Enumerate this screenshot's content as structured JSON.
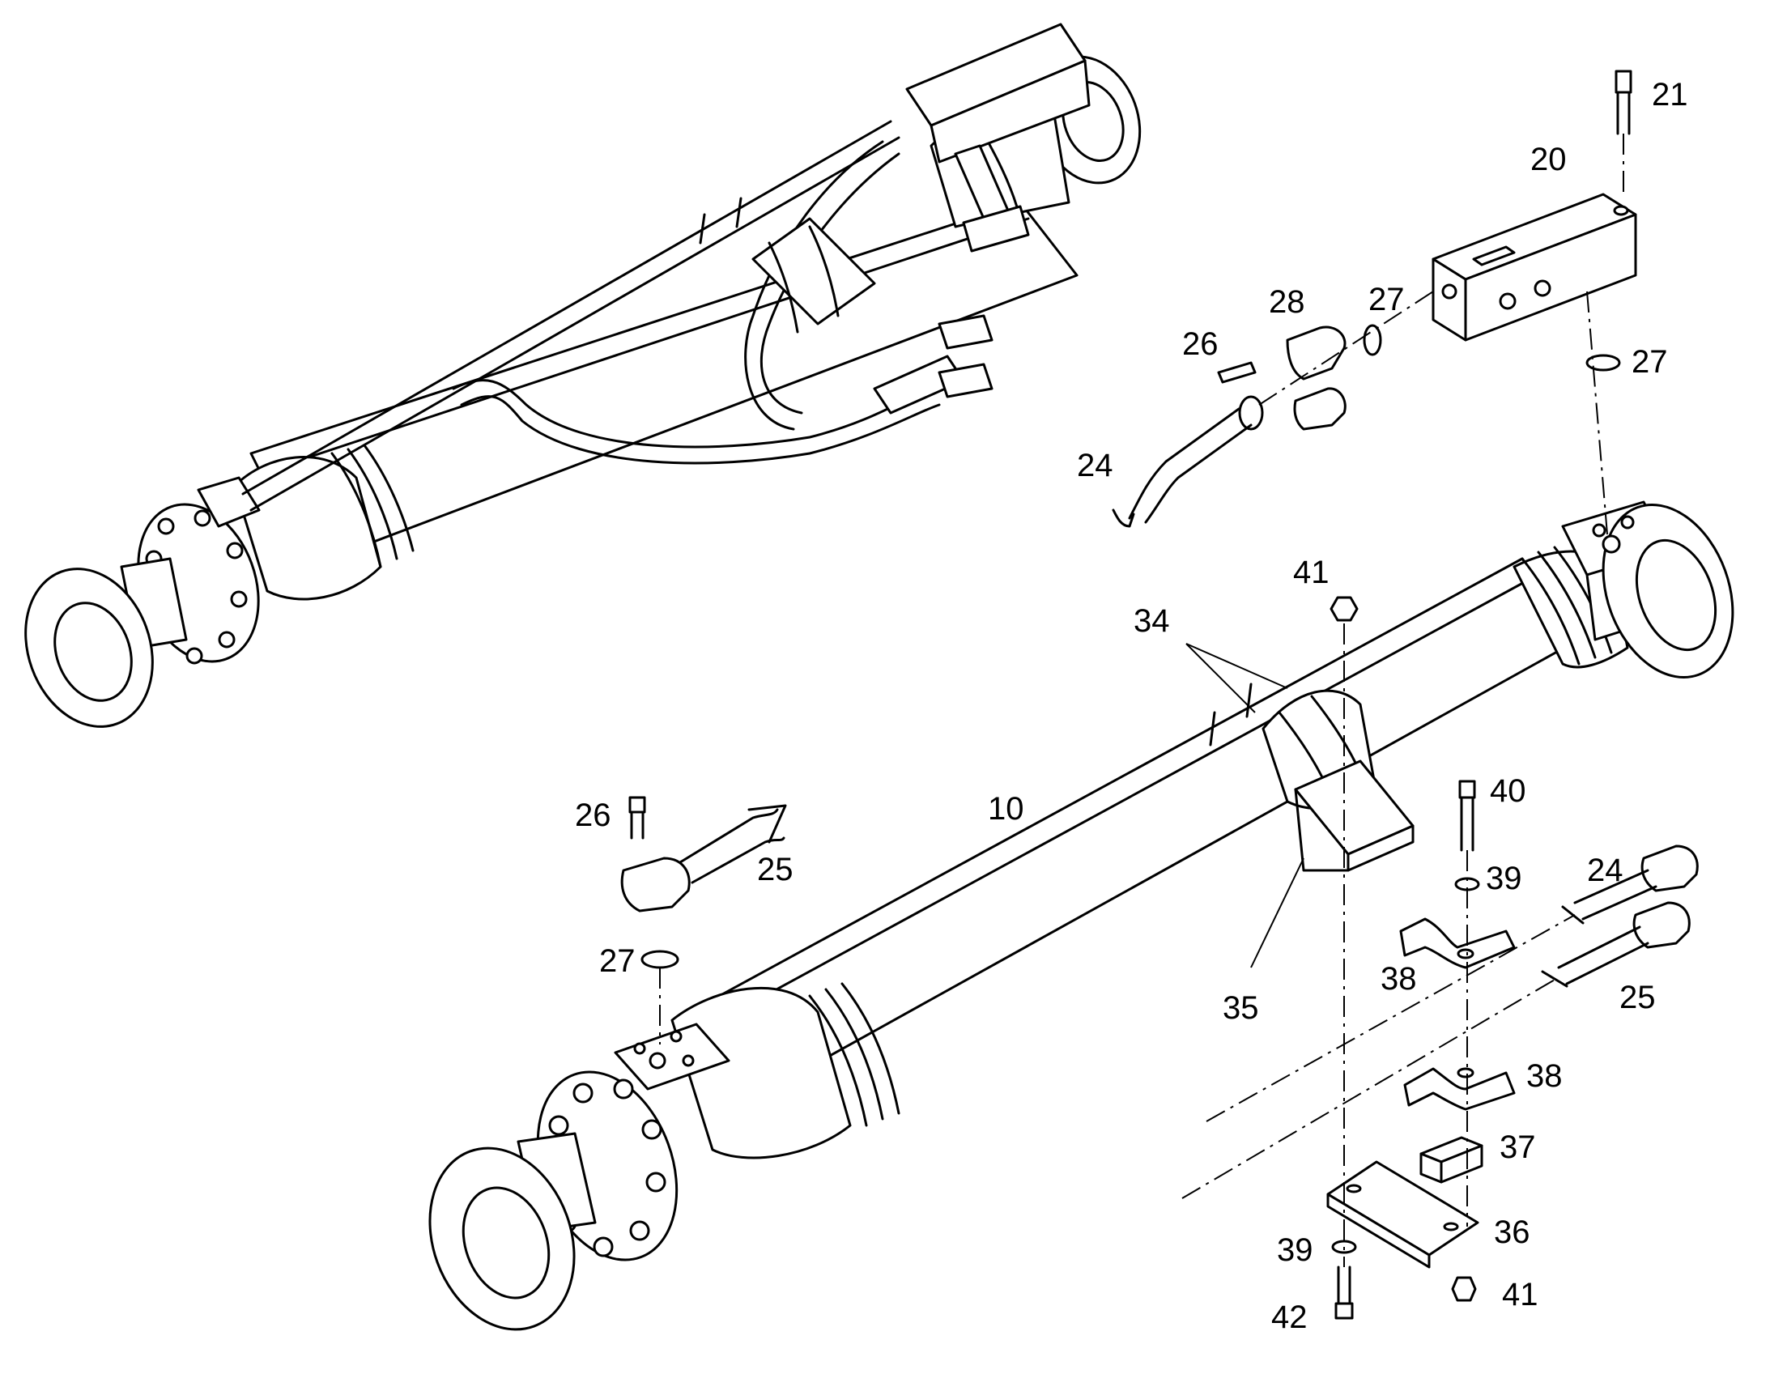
{
  "callouts": [
    {
      "id": "c21",
      "text": "21"
    },
    {
      "id": "c20",
      "text": "20"
    },
    {
      "id": "c28",
      "text": "28"
    },
    {
      "id": "c27a",
      "text": "27"
    },
    {
      "id": "c27b",
      "text": "27"
    },
    {
      "id": "c26a",
      "text": "26"
    },
    {
      "id": "c24a",
      "text": "24"
    },
    {
      "id": "c41a",
      "text": "41"
    },
    {
      "id": "c34",
      "text": "34"
    },
    {
      "id": "c10",
      "text": "10"
    },
    {
      "id": "c26b",
      "text": "26"
    },
    {
      "id": "c25a",
      "text": "25"
    },
    {
      "id": "c27c",
      "text": "27"
    },
    {
      "id": "c40",
      "text": "40"
    },
    {
      "id": "c39a",
      "text": "39"
    },
    {
      "id": "c24b",
      "text": "24"
    },
    {
      "id": "c38a",
      "text": "38"
    },
    {
      "id": "c25b",
      "text": "25"
    },
    {
      "id": "c35",
      "text": "35"
    },
    {
      "id": "c38b",
      "text": "38"
    },
    {
      "id": "c37",
      "text": "37"
    },
    {
      "id": "c36",
      "text": "36"
    },
    {
      "id": "c39b",
      "text": "39"
    },
    {
      "id": "c41b",
      "text": "41"
    },
    {
      "id": "c42",
      "text": "42"
    }
  ]
}
